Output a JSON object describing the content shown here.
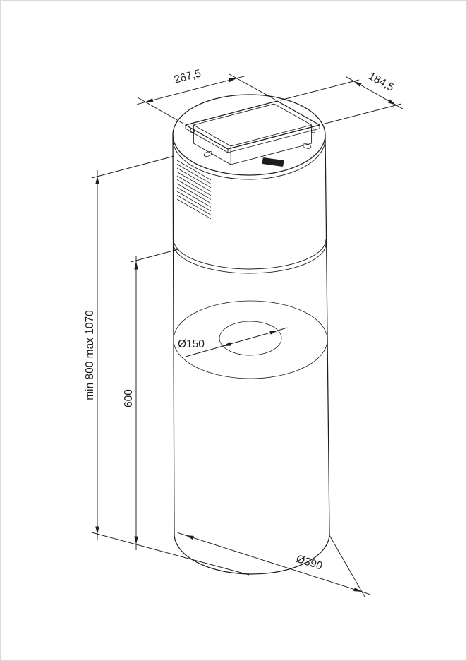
{
  "colors": {
    "background": "#ffffff",
    "line": "#1d1d1b",
    "page_border": "#dadada"
  },
  "drawing": {
    "dimensions": {
      "top_width": "267,5",
      "top_depth": "184,5",
      "overall_height": "min 800 max 1070",
      "lower_height": "600",
      "duct_diameter": "Ø150",
      "body_diameter": "Ø390"
    }
  }
}
